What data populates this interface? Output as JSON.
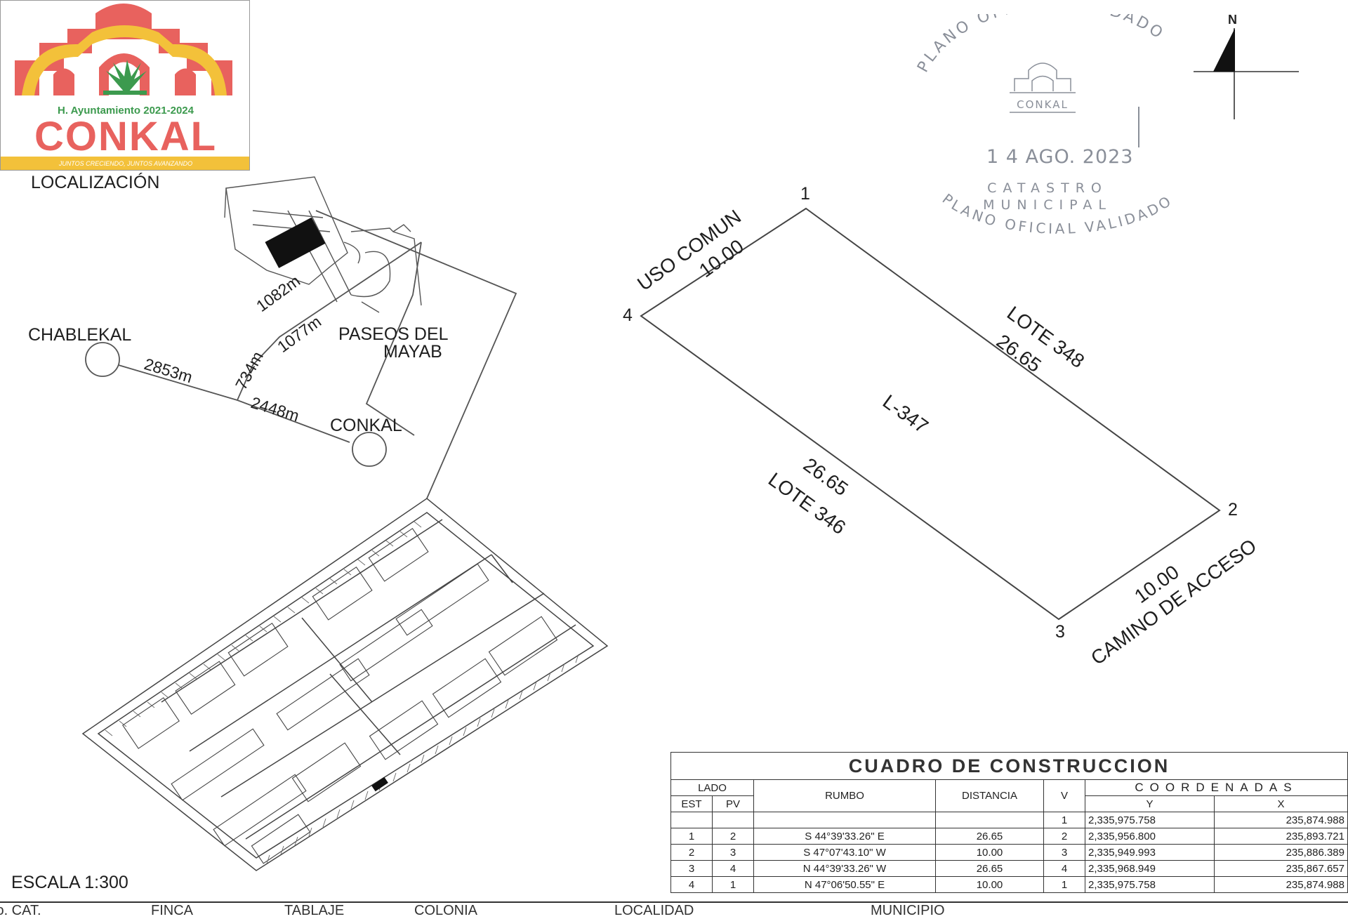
{
  "logo": {
    "ayuntamiento": "H. Ayuntamiento 2021-2024",
    "name": "CONKAL",
    "slogan": "JUNTOS CRECIENDO, JUNTOS AVANZANDO",
    "colors": {
      "red": "#e8625e",
      "yellow": "#f3c13a",
      "green": "#3c9a4e"
    }
  },
  "location_map": {
    "title": "LOCALIZACIÓN",
    "places": {
      "chablekal": "CHABLEKAL",
      "conkal": "CONKAL",
      "paseos_line1": "PASEOS DEL",
      "paseos_line2": "MAYAB"
    },
    "distances": {
      "d1082": "1082m",
      "d1077": "1077m",
      "d734": "734m",
      "d2853": "2853m",
      "d2448": "2448m"
    }
  },
  "stamp": {
    "top_arc": "PLANO OFICIAL VALIDADO",
    "logo_text": "CONKAL",
    "date": "1 4  AGO. 2023",
    "line1": "CATASTRO",
    "line2": "MUNICIPAL",
    "bottom_arc": "PLANO OFICIAL VALIDADO"
  },
  "north_label": "N",
  "lot": {
    "id": "L-347",
    "vertices": [
      "1",
      "2",
      "3",
      "4"
    ],
    "side_top_label": "USO COMUN",
    "side_top_dist": "10.00",
    "side_right_label": "LOTE 348",
    "side_right_dist": "26.65",
    "side_left_label": "LOTE 346",
    "side_left_dist": "26.65",
    "side_bottom_label": "CAMINO DE ACCESO",
    "side_bottom_dist": "10.00"
  },
  "scale": "ESCALA 1:300",
  "table": {
    "title": "CUADRO DE CONSTRUCCION",
    "headers": {
      "lado": "LADO",
      "est": "EST",
      "pv": "PV",
      "rumbo": "RUMBO",
      "distancia": "DISTANCIA",
      "v": "V",
      "coordenadas": "COORDENADAS",
      "y": "Y",
      "x": "X"
    },
    "first_row": {
      "v": "1",
      "y": "2,335,975.758",
      "x": "235,874.988"
    },
    "rows": [
      {
        "est": "1",
        "pv": "2",
        "rumbo": "S 44°39'33.26\" E",
        "distancia": "26.65",
        "v": "2",
        "y": "2,335,956.800",
        "x": "235,893.721"
      },
      {
        "est": "2",
        "pv": "3",
        "rumbo": "S 47°07'43.10\" W",
        "distancia": "10.00",
        "v": "3",
        "y": "2,335,949.993",
        "x": "235,886.389"
      },
      {
        "est": "3",
        "pv": "4",
        "rumbo": "N 44°39'33.26\" W",
        "distancia": "26.65",
        "v": "4",
        "y": "2,335,968.949",
        "x": "235,867.657"
      },
      {
        "est": "4",
        "pv": "1",
        "rumbo": "N 47°06'50.55\" E",
        "distancia": "10.00",
        "v": "1",
        "y": "2,335,975.758",
        "x": "235,874.988"
      }
    ]
  },
  "footer": {
    "c1": "No. CAT.",
    "c2": "FINCA",
    "c3": "TABLAJE",
    "c4": "COLONIA",
    "c5": "LOCALIDAD",
    "c6": "MUNICIPIO"
  }
}
